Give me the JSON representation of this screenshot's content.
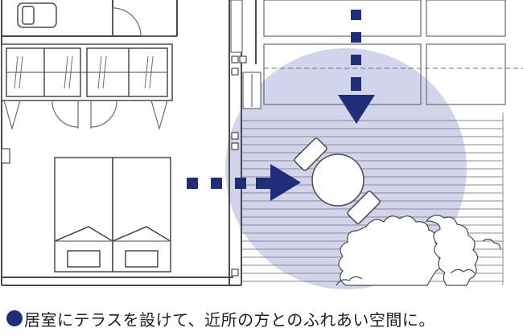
{
  "caption": {
    "text": "居室にテラスを設けて、近所の方とのふれあい空間に。",
    "bullet_color": "#1f2d7a"
  },
  "colors": {
    "wall_line": "#4a4a4a",
    "deck_line": "#8a8a8a",
    "zone_fill": "#c9cde6",
    "arrow": "#1f2d7a",
    "background": "#ffffff"
  },
  "icons": {
    "arrow_down": "approach-arrow-down",
    "arrow_right": "approach-arrow-right",
    "table": "round-table-icon",
    "bed": "twin-bed-icon",
    "toilet": "toilet-icon",
    "shrub": "shrub-icon"
  }
}
